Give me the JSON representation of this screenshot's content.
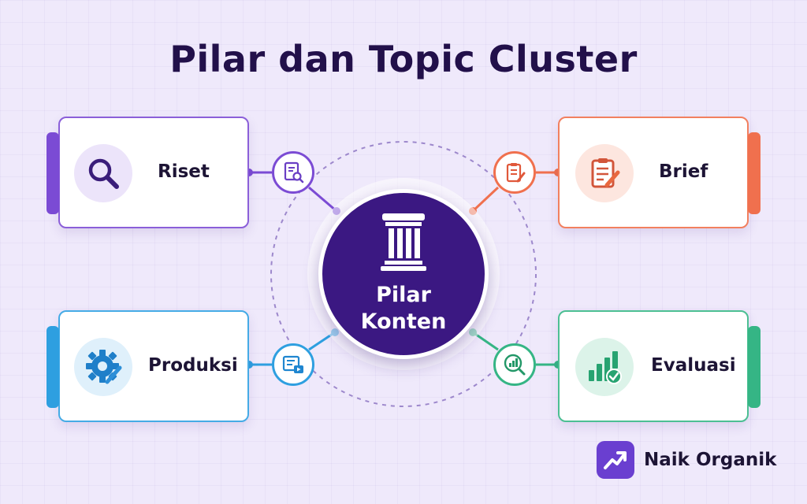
{
  "title": "Pilar dan Topic Cluster",
  "center": {
    "line1": "Pilar",
    "line2": "Konten",
    "icon": "pillar-icon"
  },
  "cards": {
    "riset": {
      "label": "Riset",
      "icon": "search-icon",
      "node_icon": "document-search-icon",
      "color": "#7b4bd4"
    },
    "brief": {
      "label": "Brief",
      "icon": "clipboard-pen-icon",
      "node_icon": "clipboard-checklist-icon",
      "color": "#f0704e"
    },
    "produksi": {
      "label": "Produksi",
      "icon": "gear-pencil-icon",
      "node_icon": "video-document-icon",
      "color": "#2e9fe0"
    },
    "evaluasi": {
      "label": "Evaluasi",
      "icon": "bar-chart-check-icon",
      "node_icon": "chart-magnifier-icon",
      "color": "#35b585"
    }
  },
  "brand": {
    "name": "Naik Organik",
    "icon": "trending-up-icon",
    "color": "#6a3fd0"
  }
}
